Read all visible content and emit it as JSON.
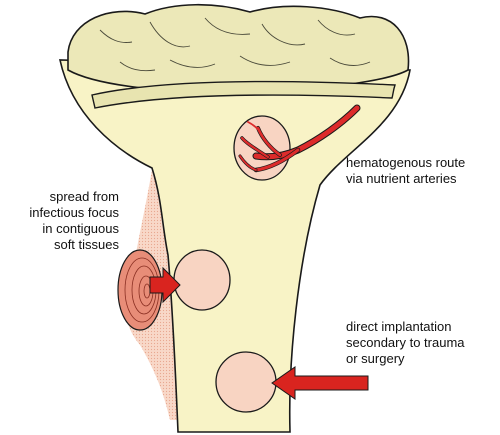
{
  "labels": {
    "hematogenous": [
      "hematogenous route",
      "via nutrient arteries"
    ],
    "contiguous": [
      "spread from",
      "infectious focus",
      "in contiguous",
      "soft tissues"
    ],
    "direct": [
      "direct implantation",
      "secondary to trauma",
      "or surgery"
    ]
  },
  "colors": {
    "bone": "#f8f3c6",
    "cartilage": "#ece8b8",
    "lesion": "#f8d4c2",
    "soft_tissue": "#f6cdbd",
    "artery": "#dd2b2b",
    "arrow": "#d9241f",
    "outline": "#1a1a1a"
  }
}
